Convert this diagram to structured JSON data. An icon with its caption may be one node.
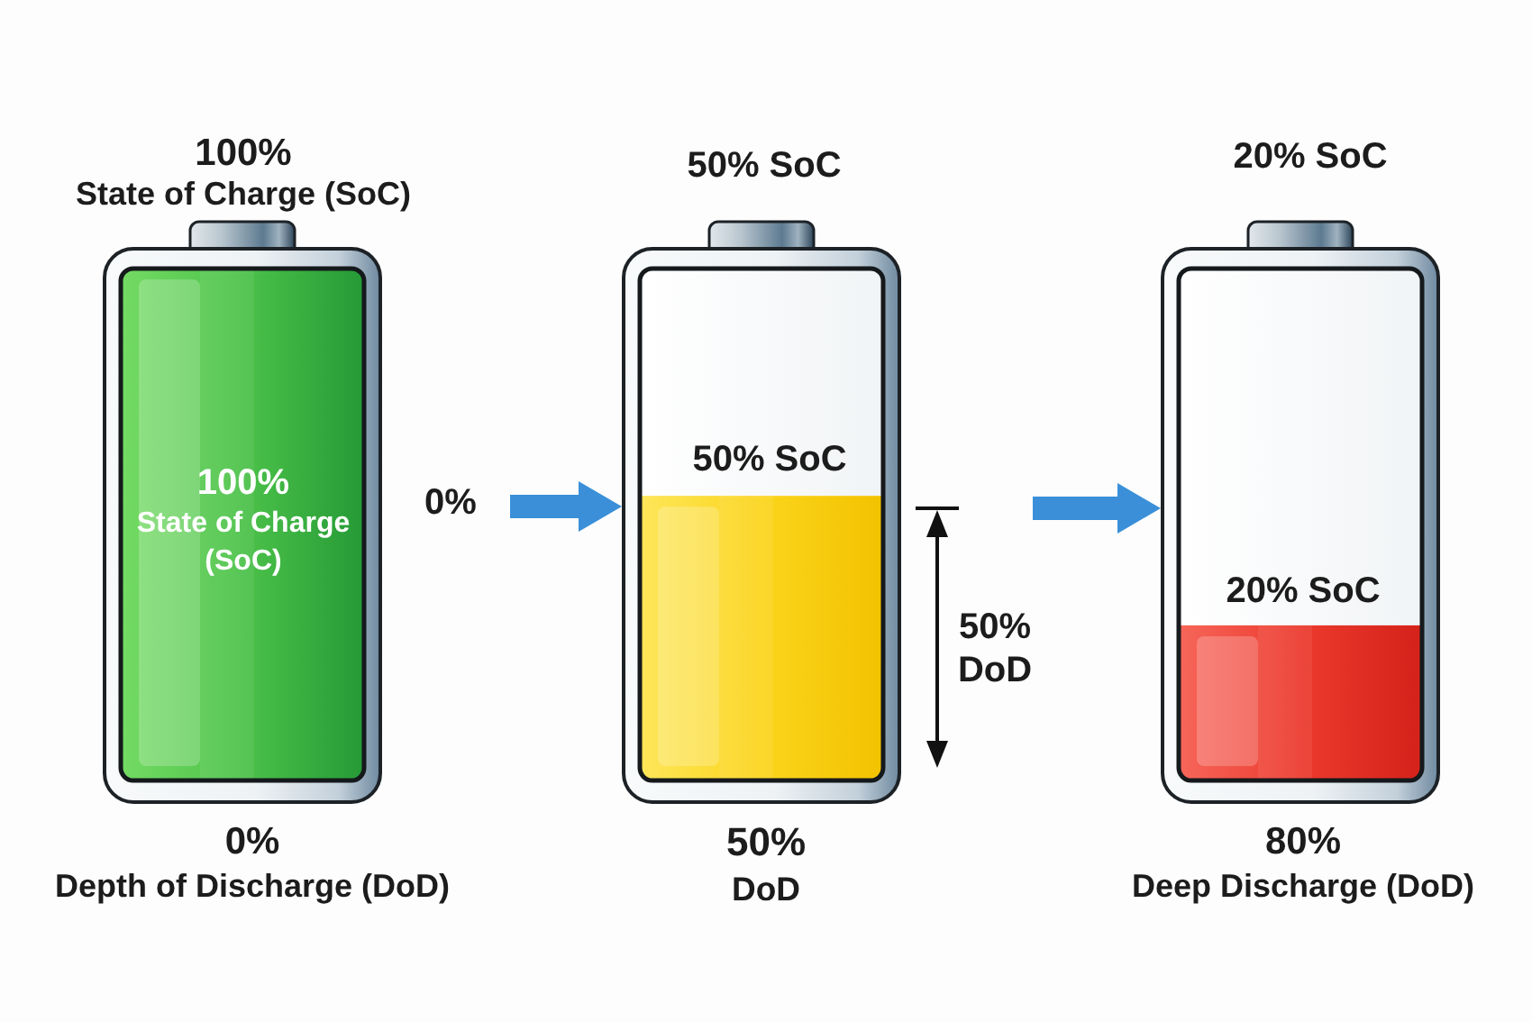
{
  "diagram": {
    "nodes": [
      {
        "text": [
          "100% State of Charge (SoC)",
          "100% State of Charge (SoC)"
        ],
        "beside": [
          "0% Depth of Discharge (DoD)"
        ]
      },
      {
        "text": [
          "50% SoC",
          "50% SoC"
        ],
        "beside": [
          "50% DoD"
        ]
      },
      {
        "text": [
          "20% SoC",
          "20% SoC"
        ],
        "beside": [
          "80% Deep Discharge (DoD)"
        ]
      }
    ],
    "edges": [
      {
        "from": null,
        "to": 1,
        "arrow": "to"
      },
      {
        "from": null,
        "to": 2,
        "arrow": "to"
      }
    ],
    "labels": [
      "0%",
      "50% DoD"
    ]
  }
}
